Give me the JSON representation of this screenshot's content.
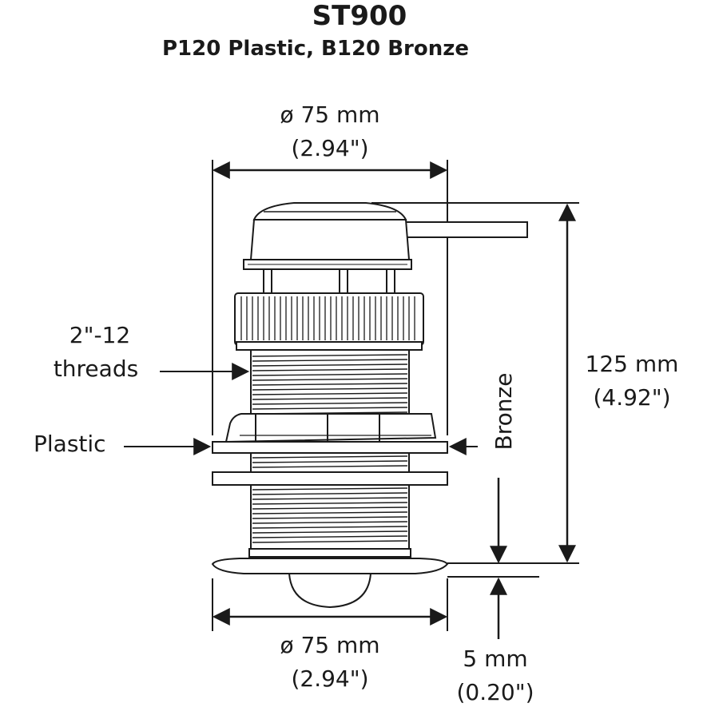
{
  "title": "ST900",
  "subtitle": "P120 Plastic, B120 Bronze",
  "dimensions": {
    "top_diameter_mm": "ø 75 mm",
    "top_diameter_in": "(2.94\")",
    "height_mm": "125 mm",
    "height_in": "(4.92\")",
    "bottom_diameter_mm": "ø 75 mm",
    "bottom_diameter_in": "(2.94\")",
    "protrusion_mm": "5 mm",
    "protrusion_in": "(0.20\")"
  },
  "callouts": {
    "threads_line1": "2\"-12",
    "threads_line2": "threads",
    "plastic": "Plastic",
    "bronze": "Bronze"
  },
  "colors": {
    "line": "#1a1a1a",
    "fill": "#ffffff"
  }
}
